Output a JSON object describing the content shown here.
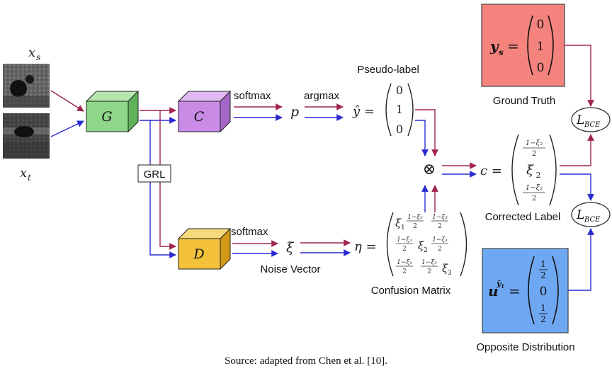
{
  "inputs": {
    "source_label": "x",
    "source_sub": "s",
    "target_label": "x",
    "target_sub": "t"
  },
  "blocks": {
    "generator": "G",
    "classifier": "C",
    "discriminator": "D",
    "grl": "GRL"
  },
  "edges": {
    "softmax_top": "softmax",
    "argmax": "argmax",
    "softmax_bottom": "softmax",
    "p": "p",
    "y_hat_eq": "ŷ =",
    "xi": "ξ",
    "eta_eq": "η =",
    "c_eq": "c =",
    "otimes": "⊗"
  },
  "pseudo_label": {
    "title": "Pseudo-label",
    "vector": [
      "0",
      "1",
      "0"
    ]
  },
  "noise_vector": {
    "title": "Noise Vector"
  },
  "confusion_matrix": {
    "title": "Confusion Matrix",
    "cells": {
      "xi1": "ξ",
      "xi1_sub": "1",
      "xi2": "ξ",
      "xi2_sub": "2",
      "xi3": "ξ",
      "xi3_sub": "3",
      "num_one_minus_xi2": "1−ξ₂",
      "num_one_minus_xi3": "1−ξ₃",
      "num_one_minus_xi1": "1−ξ₁",
      "den": "2"
    }
  },
  "corrected_label": {
    "title": "Corrected Label",
    "top_num": "1−ξ₂",
    "top_den": "2",
    "mid": "ξ",
    "mid_sub": "2",
    "bot_num": "1−ξ₂",
    "bot_den": "2"
  },
  "ground_truth": {
    "title": "Ground Truth",
    "lhs": "y",
    "lhs_sub": "s",
    "eq": "=",
    "vector": [
      "0",
      "1",
      "0"
    ],
    "fill": "#f4837d"
  },
  "opposite_distribution": {
    "title": "Opposite Distribution",
    "lhs": "u",
    "lhs_sup": "ŷ",
    "lhs_sup_sub": "t",
    "eq": "=",
    "num": "1",
    "den": "2",
    "mid": "0",
    "fill": "#6fa8f2"
  },
  "loss_top": {
    "L": "L",
    "sub": "BCE"
  },
  "loss_bottom": {
    "L": "L",
    "sub": "BCE"
  },
  "caption": "Source: adapted from Chen et al. [10].",
  "colors": {
    "source_arrow": "#a0264a",
    "target_arrow": "#2a2ad0",
    "generator": "#8fd68a",
    "classifier": "#c98be6",
    "discriminator": "#f3c23a"
  }
}
